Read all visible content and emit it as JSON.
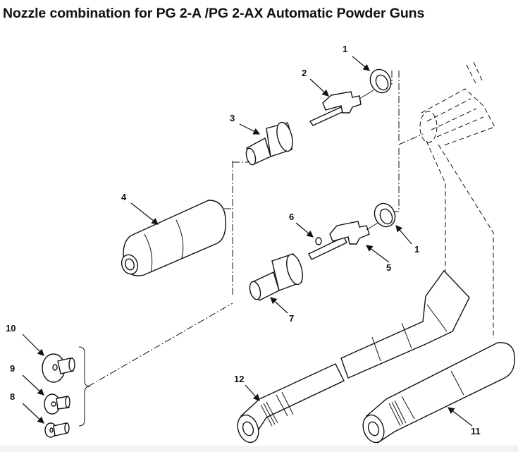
{
  "title": "Nozzle combination for PG 2-A /PG 2-AX Automatic Powder Guns",
  "callouts": {
    "c1a": "1",
    "c2": "2",
    "c3": "3",
    "c4": "4",
    "c6": "6",
    "c1b": "1",
    "c5": "5",
    "c7": "7",
    "c10": "10",
    "c9": "9",
    "c8": "8",
    "c12": "12",
    "c11": "11"
  }
}
